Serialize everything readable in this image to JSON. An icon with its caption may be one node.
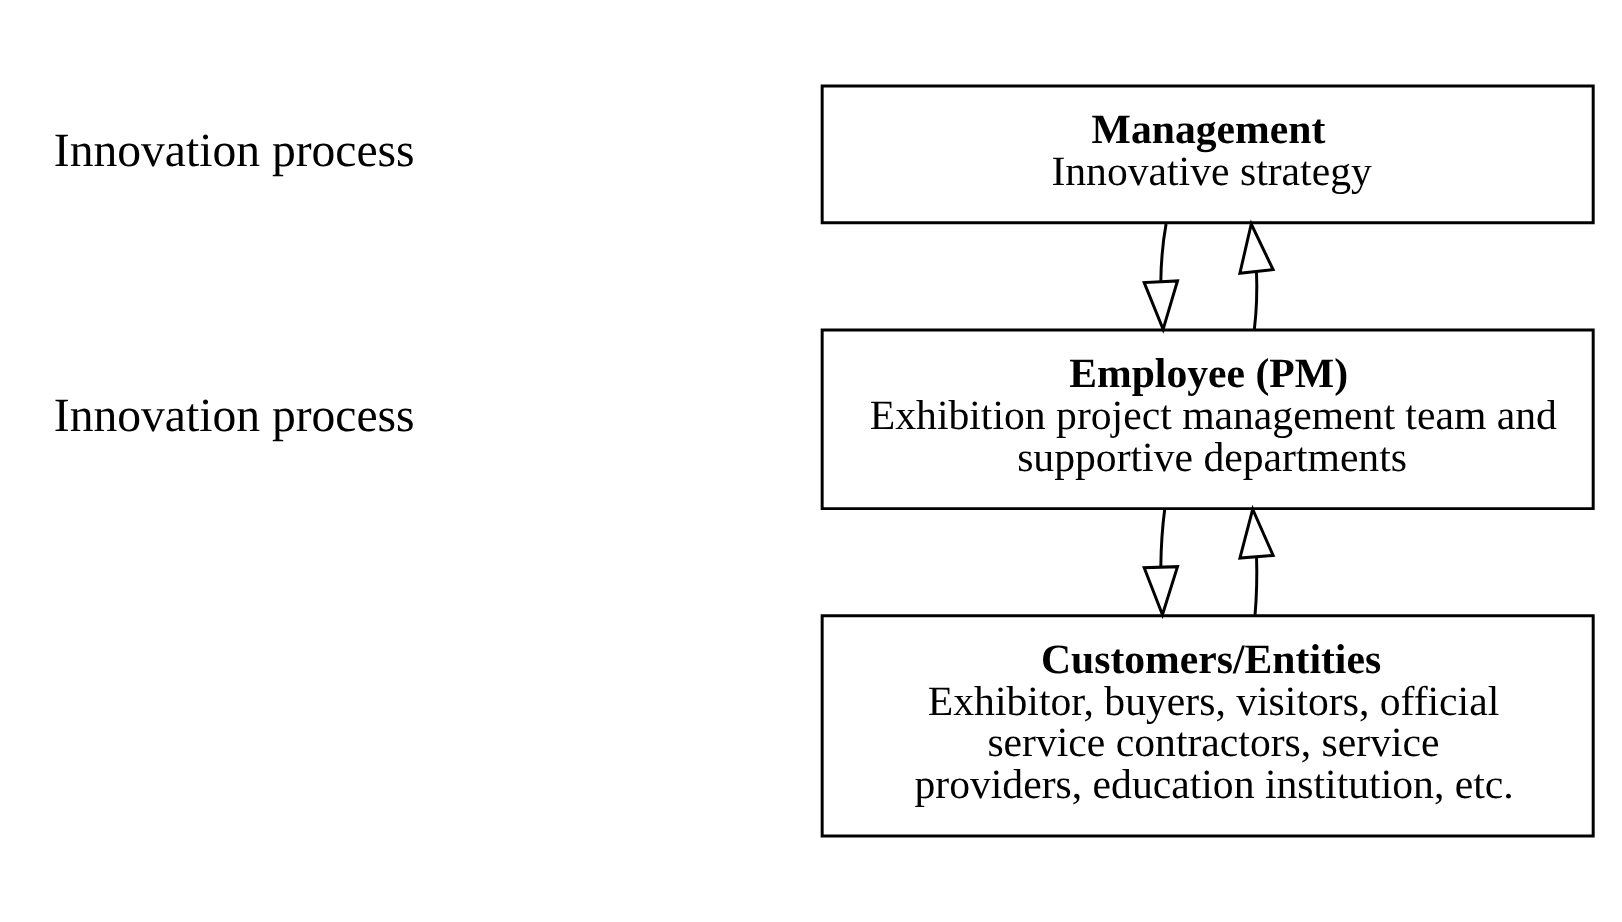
{
  "diagram": {
    "nodes": [
      {
        "text": [
          "Management",
          "Innovative strategy"
        ]
      },
      {
        "text": [
          "Employee (PM)",
          "Exhibition project management team and supportive departments"
        ]
      },
      {
        "text": [
          "Customers/Entities",
          "Exhibitor, buyers, visitors, official service contractors, service providers, education institution, etc."
        ]
      }
    ],
    "edges": [
      {
        "from": 0,
        "to": 1,
        "arrow": "to"
      },
      {
        "from": 1,
        "to": 0,
        "arrow": "to"
      },
      {
        "from": 1,
        "to": 2,
        "arrow": "to"
      },
      {
        "from": 2,
        "to": 1,
        "arrow": "to"
      }
    ],
    "labels": [
      "Innovation process",
      "Innovation process"
    ]
  }
}
